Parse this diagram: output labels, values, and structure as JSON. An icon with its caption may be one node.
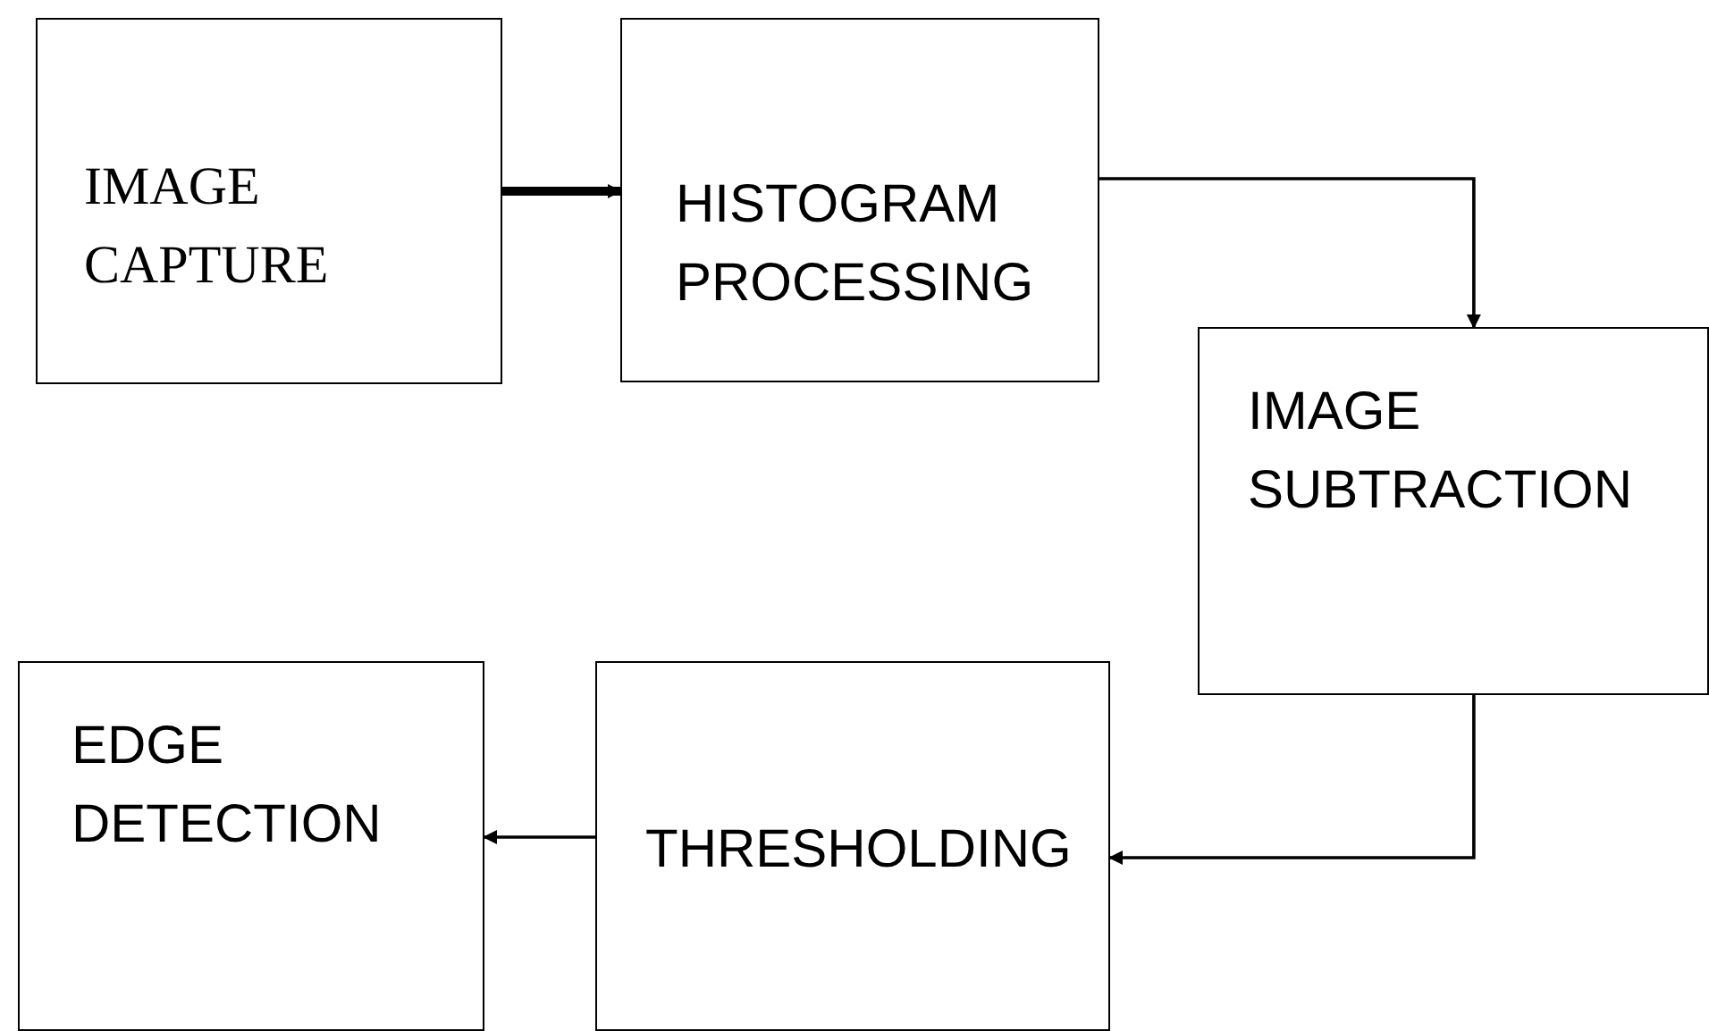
{
  "diagram": {
    "nodes": [
      {
        "text": [
          "IMAGE CAPTURE"
        ]
      },
      {
        "text": [
          "HISTOGRAM PROCESSING"
        ]
      },
      {
        "text": [
          "IMAGE SUBTRACTION"
        ]
      },
      {
        "text": [
          "THRESHOLDING"
        ]
      },
      {
        "text": [
          "EDGE DETECTION"
        ]
      }
    ],
    "edges": [
      {
        "from": 0,
        "to": 1,
        "arrow": "to",
        "style": "thick"
      },
      {
        "from": 1,
        "to": 2,
        "arrow": "to"
      },
      {
        "from": 2,
        "to": 3,
        "arrow": "to"
      },
      {
        "from": 3,
        "to": 4,
        "arrow": "to"
      }
    ]
  }
}
